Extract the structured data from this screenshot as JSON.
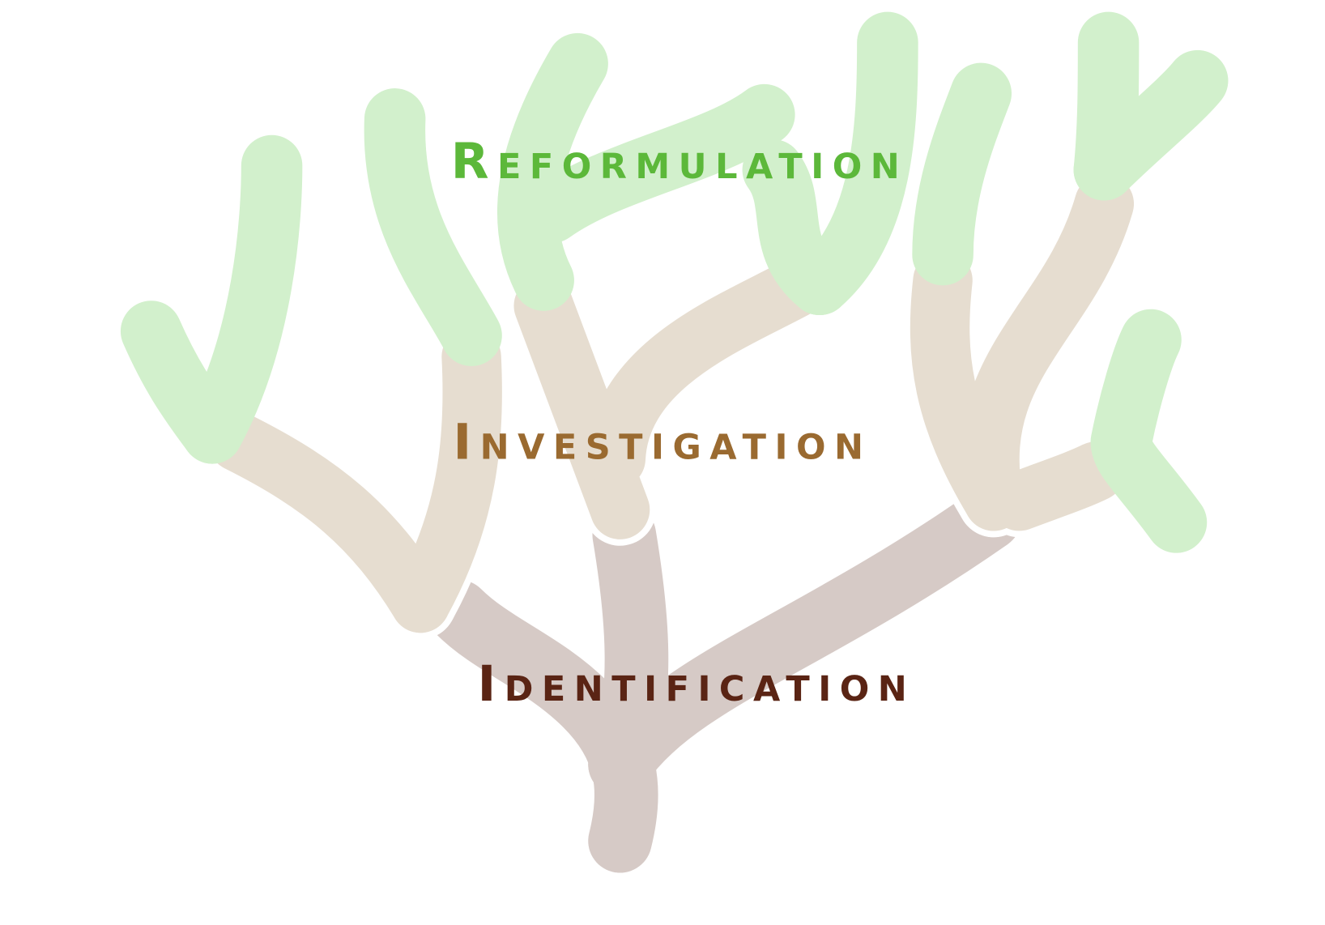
{
  "diagram": {
    "levels": [
      {
        "label": "Reformulation",
        "color": "#5cb83a",
        "branch_color": "#d2f0cc"
      },
      {
        "label": "Investigation",
        "color": "#9a6a30",
        "branch_color": "#e6ddd0"
      },
      {
        "label": "Identification",
        "color": "#5a2414",
        "branch_color": "#d6cac6"
      }
    ]
  }
}
